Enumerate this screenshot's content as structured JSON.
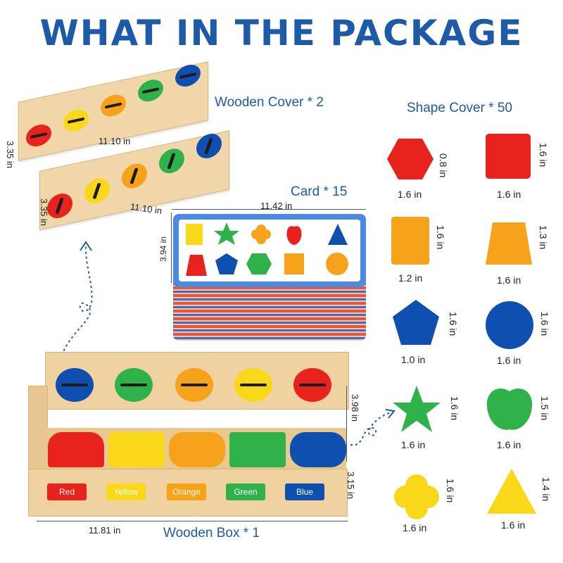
{
  "title": "WHAT IN THE PACKAGE",
  "wooden_cover": {
    "label": "Wooden Cover * 2",
    "length": "11.10 in",
    "width": "3.35 in"
  },
  "card": {
    "label": "Card * 15",
    "width": "11.42 in",
    "height": "3.94 in"
  },
  "shape_cover": {
    "label": "Shape Cover * 50",
    "shapes": [
      {
        "shape": "hexagon",
        "color": "#e8221c",
        "width": "1.6 in",
        "height": "0.8 in"
      },
      {
        "shape": "square",
        "color": "#e8221c",
        "width": "1.6 in",
        "height": "1.6 in"
      },
      {
        "shape": "rectangle",
        "color": "#f7a21b",
        "width": "1.2 in",
        "height": "1.6 in"
      },
      {
        "shape": "trapezoid",
        "color": "#f7a21b",
        "width": "1.6 in",
        "height": "1.3 in"
      },
      {
        "shape": "pentagon",
        "color": "#0e4fb0",
        "width": "1.0 in",
        "height": "1.6 in"
      },
      {
        "shape": "circle",
        "color": "#0e4fb0",
        "width": "1.6 in",
        "height": "1.6 in"
      },
      {
        "shape": "star",
        "color": "#2fb24a",
        "width": "1.6 in",
        "height": "1.6 in"
      },
      {
        "shape": "apple",
        "color": "#2fb24a",
        "width": "1.6 in",
        "height": "1.5 in"
      },
      {
        "shape": "clover",
        "color": "#f9d81a",
        "width": "1.6 in",
        "height": "1.6 in"
      },
      {
        "shape": "triangle",
        "color": "#f9d81a",
        "width": "1.6 in",
        "height": "1.4 in"
      }
    ]
  },
  "wooden_box": {
    "label": "Wooden Box * 1",
    "length": "11.81 in",
    "height": "3.98 in",
    "depth": "3.15 in",
    "color_labels": [
      {
        "text": "Red",
        "color": "#e8221c"
      },
      {
        "text": "Yellow",
        "color": "#f9d81a"
      },
      {
        "text": "Orange",
        "color": "#f7a21b"
      },
      {
        "text": "Green",
        "color": "#2fb24a"
      },
      {
        "text": "Blue",
        "color": "#0e4fb0"
      }
    ]
  },
  "colors": {
    "red": "#e8221c",
    "yellow": "#f9d81a",
    "orange": "#f7a21b",
    "green": "#2fb24a",
    "blue": "#0e4fb0",
    "accent": "#1d5aa8"
  }
}
